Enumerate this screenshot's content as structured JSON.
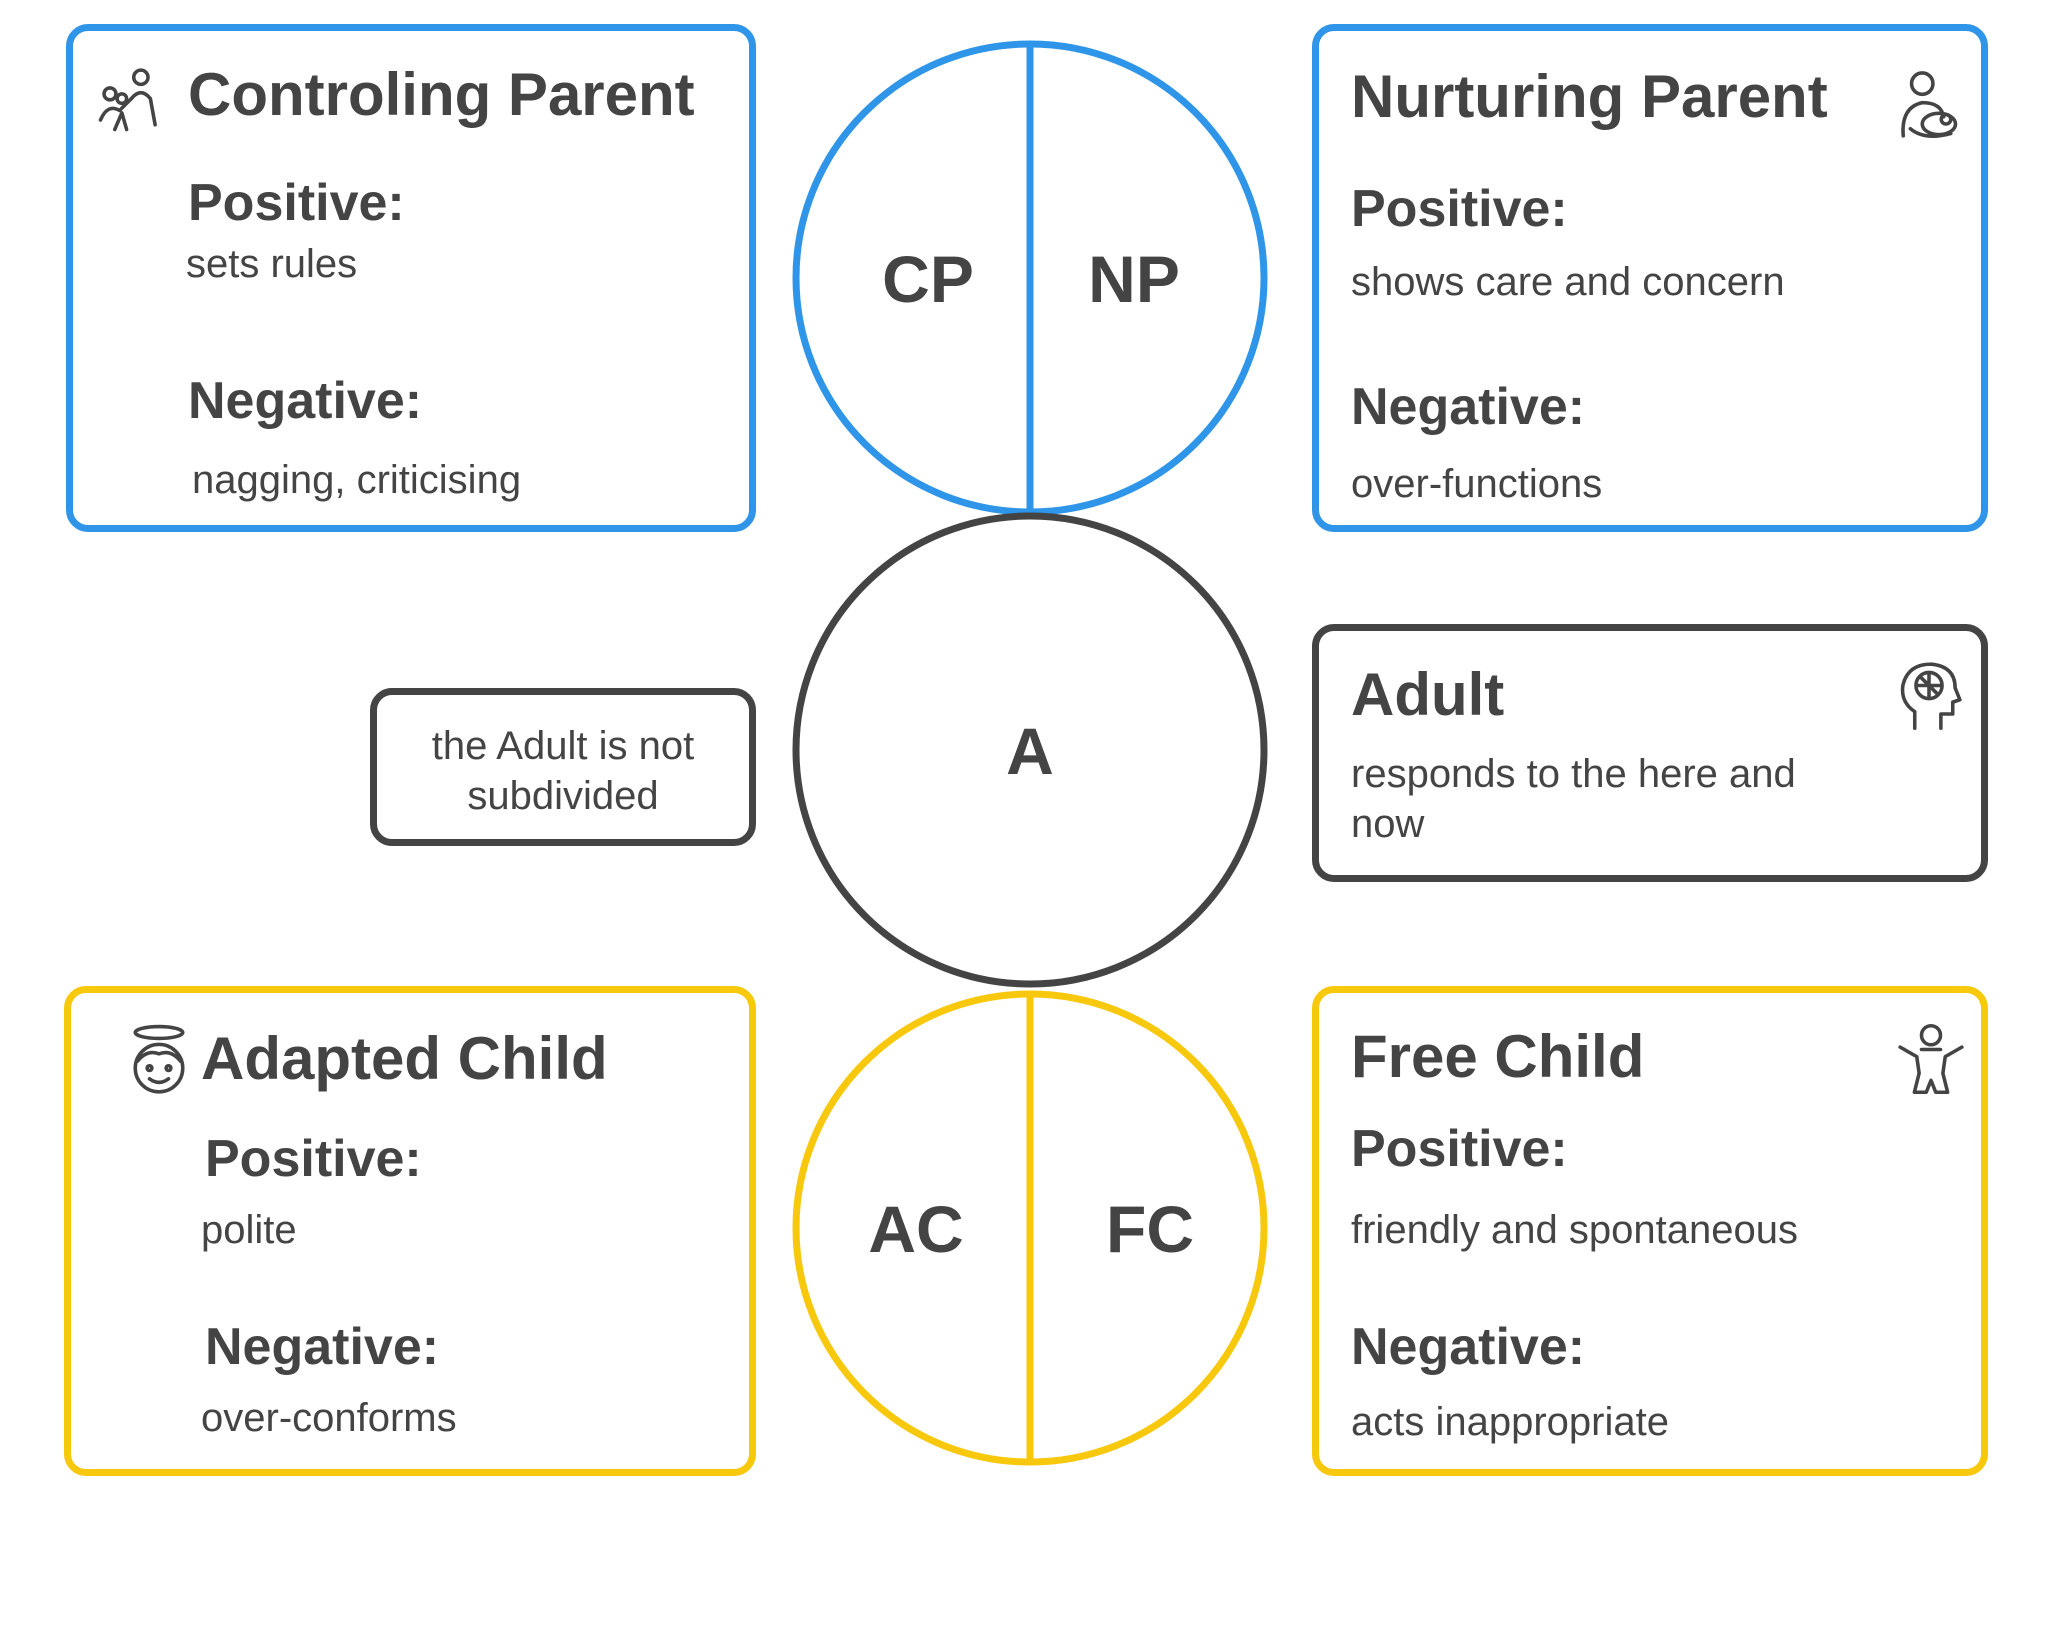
{
  "circles": {
    "parent": {
      "left_label": "CP",
      "right_label": "NP",
      "color": "#2e95e8"
    },
    "adult": {
      "label": "A",
      "color": "#444444"
    },
    "child": {
      "left_label": "AC",
      "right_label": "FC",
      "color": "#f8c80d"
    }
  },
  "controlling_parent": {
    "title": "Controling Parent",
    "icon": "parent-child-icon",
    "positive_label": "Positive:",
    "positive_text": "sets rules",
    "negative_label": "Negative:",
    "negative_text": "nagging, criticising"
  },
  "nurturing_parent": {
    "title": "Nurturing Parent",
    "icon": "caregiver-baby-icon",
    "positive_label": "Positive:",
    "positive_text": "shows care and concern",
    "negative_label": "Negative:",
    "negative_text": "over-functions"
  },
  "adult": {
    "title": "Adult",
    "icon": "head-brain-icon",
    "text_line1": "responds to the here and",
    "text_line2": "now"
  },
  "adult_note": {
    "line1": "the Adult is not",
    "line2": "subdivided"
  },
  "adapted_child": {
    "title": "Adapted Child",
    "icon": "angel-face-icon",
    "positive_label": "Positive:",
    "positive_text": "polite",
    "negative_label": "Negative:",
    "negative_text": "over-conforms"
  },
  "free_child": {
    "title": "Free Child",
    "icon": "happy-child-icon",
    "positive_label": "Positive:",
    "positive_text": "friendly and spontaneous",
    "negative_label": "Negative:",
    "negative_text": "acts inappropriate"
  },
  "colors": {
    "blue": "#2e95e8",
    "dark": "#444444",
    "yellow": "#f8c80d"
  }
}
